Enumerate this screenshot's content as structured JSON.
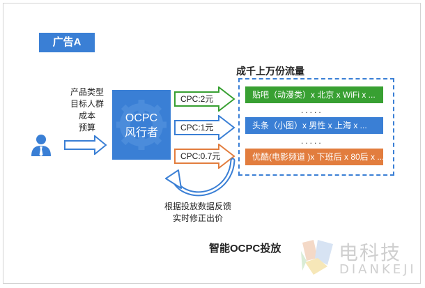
{
  "ad_label": "广告A",
  "inputs": {
    "lines": [
      "产品类型",
      "目标人群",
      "成本",
      "预算"
    ],
    "ellipsis": "... ..."
  },
  "ocpc": {
    "line1": "OCPC",
    "line2": "风行者"
  },
  "cpc": [
    {
      "label": "CPC:2元",
      "color": "#38a032"
    },
    {
      "label": "CPC:1元",
      "color": "#3a7fd5"
    },
    {
      "label": "CPC:0.7元",
      "color": "#e27d3e"
    }
  ],
  "flow": {
    "title": "成千上万份流量",
    "items": [
      "贴吧（动漫类）x 北京 x WiFi x ...",
      "头条（小图）x 男性 x 上海 x ...",
      "优酷(电影频道 )x 下班后 x 80后 x ..."
    ],
    "dots": "....."
  },
  "feedback": {
    "line1": "根据投放数据反馈",
    "line2": "实时修正出价"
  },
  "caption": "智能OCPC投放",
  "logo": {
    "cn": "电科技",
    "en": "DIANKEJI"
  },
  "colors": {
    "primary": "#3a7fd5",
    "green": "#38a032",
    "orange": "#e27d3e"
  }
}
